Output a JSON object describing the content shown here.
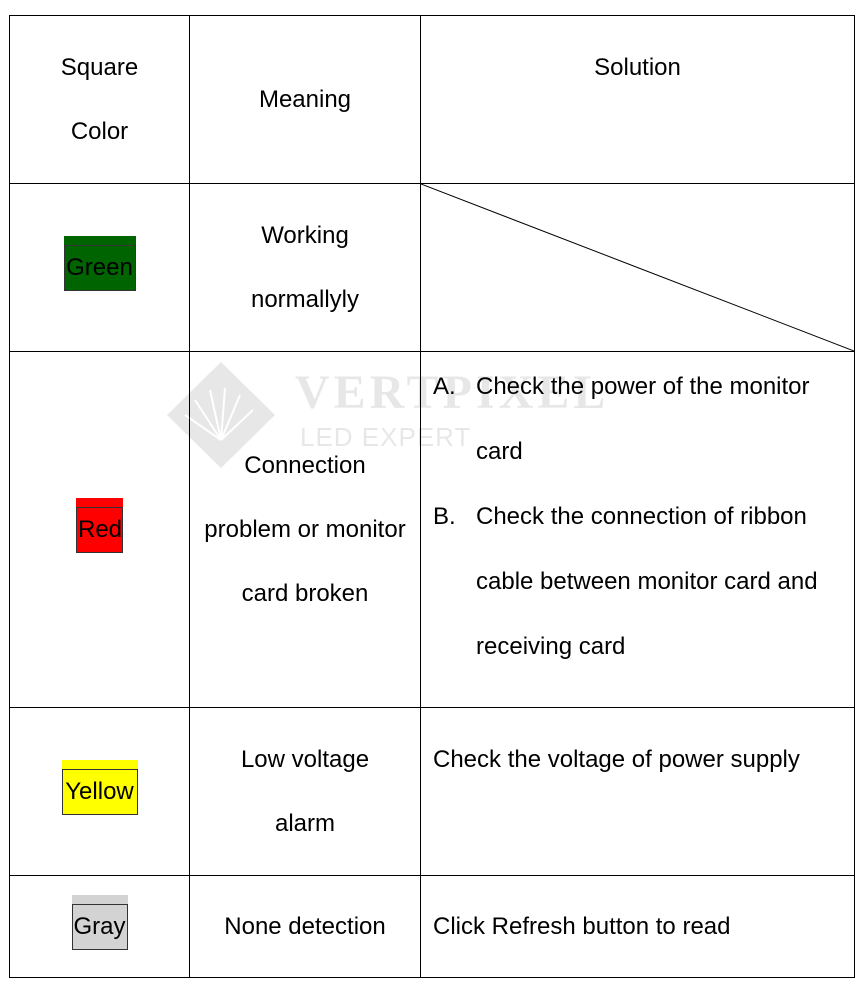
{
  "table": {
    "headers": {
      "color_line1": "Square",
      "color_line2": "Color",
      "meaning": "Meaning",
      "solution": "Solution"
    },
    "rows": [
      {
        "color_label": "Green",
        "swatch_color": "#006400",
        "meaning_lines": [
          "Working",
          "normallyly"
        ],
        "solution": ""
      },
      {
        "color_label": "Red",
        "swatch_color": "#ff0000",
        "meaning_lines": [
          "Connection",
          "problem or monitor",
          "card broken"
        ],
        "solutions": [
          {
            "letter": "A.",
            "lines": [
              "Check the power of the monitor",
              "card"
            ]
          },
          {
            "letter": "B.",
            "lines": [
              "Check the connection of ribbon",
              "cable between monitor card and",
              "receiving card"
            ]
          }
        ]
      },
      {
        "color_label": "Yellow",
        "swatch_color": "#ffff00",
        "meaning_lines": [
          "Low voltage",
          "alarm"
        ],
        "solution": "Check the voltage of power supply"
      },
      {
        "color_label": "Gray",
        "swatch_color": "#d3d3d3",
        "meaning_lines": [
          "None detection"
        ],
        "solution": "Click Refresh button to read"
      }
    ]
  },
  "watermark": {
    "brand": "VERTPIXEL",
    "tagline": "LED EXPERT",
    "logo_icon": "diamond-sunburst-logo"
  }
}
